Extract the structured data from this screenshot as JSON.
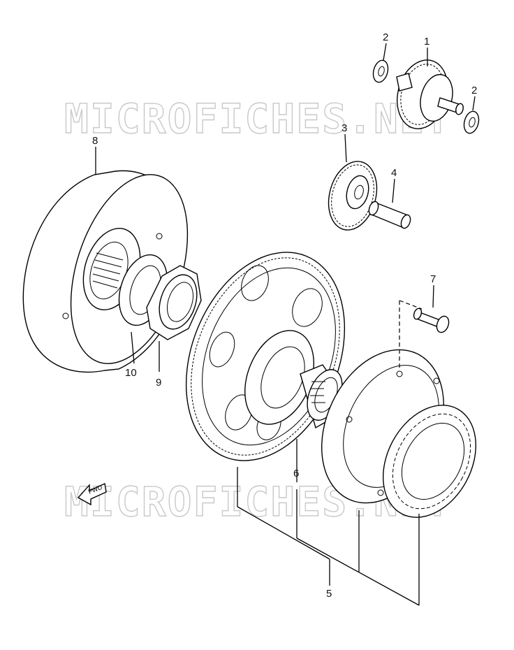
{
  "watermark": {
    "text_top": "MICROFICHES.NET",
    "text_bottom": "MICROFICHES.NET"
  },
  "fwd_arrow": {
    "label": "FWD"
  },
  "callouts": [
    {
      "id": "c1",
      "label": "1"
    },
    {
      "id": "c2a",
      "label": "2"
    },
    {
      "id": "c2b",
      "label": "2"
    },
    {
      "id": "c3",
      "label": "3"
    },
    {
      "id": "c4",
      "label": "4"
    },
    {
      "id": "c5",
      "label": "5"
    },
    {
      "id": "c6",
      "label": "6"
    },
    {
      "id": "c7",
      "label": "7"
    },
    {
      "id": "c8",
      "label": "8"
    },
    {
      "id": "c9",
      "label": "9"
    },
    {
      "id": "c10",
      "label": "10"
    }
  ]
}
